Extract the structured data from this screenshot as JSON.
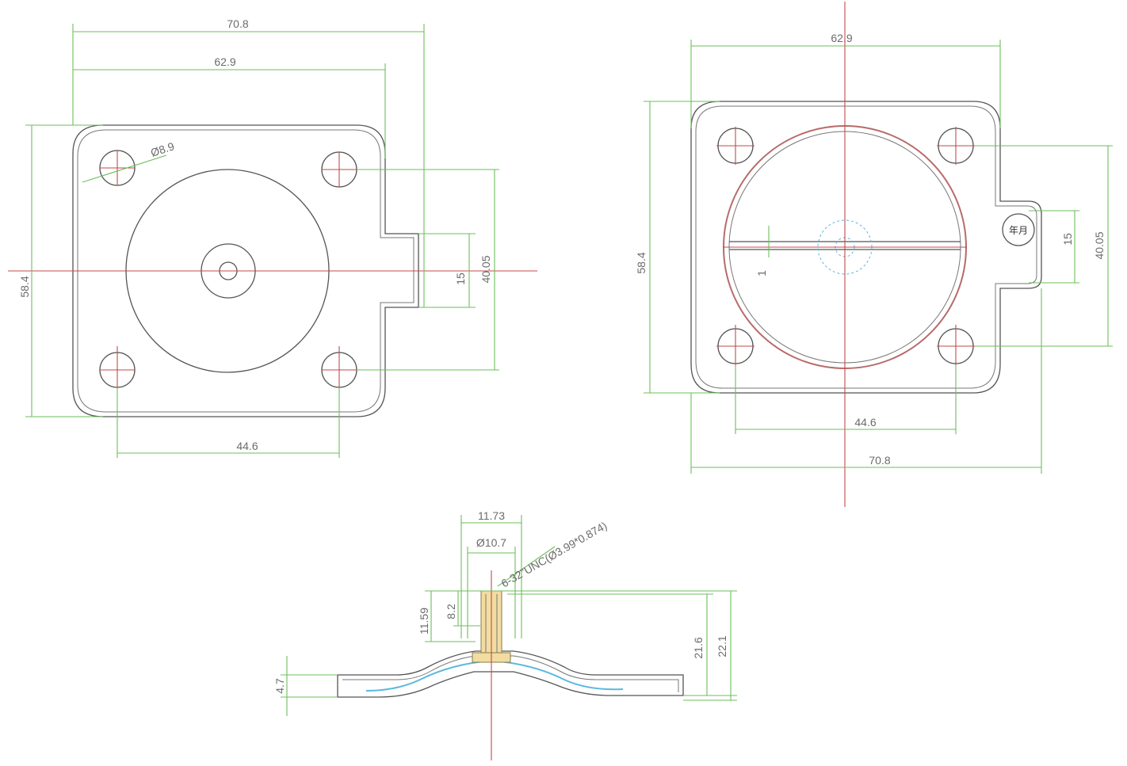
{
  "colors": {
    "outline": "#555555",
    "dimension": "#6bbf59",
    "centerline": "#c44a4a",
    "liner": "#b86a6a",
    "insert": "#f2dca0",
    "section": "#5bb8e0"
  },
  "left_view": {
    "dim_overall_width": "70.8",
    "dim_hole_x_outer": "62.9",
    "dim_hole_diameter": "Ø8.9",
    "dim_height": "58.4",
    "dim_tab_width": "15",
    "dim_tab_span": "40.05",
    "dim_hole_spacing": "44.6"
  },
  "right_view": {
    "dim_top": "62.9",
    "dim_height": "58.4",
    "dim_gap": "1",
    "stamp": "年月",
    "dim_tab_width": "15",
    "dim_tab_span": "40.05",
    "dim_hole_spacing": "44.6",
    "dim_overall_width": "70.8"
  },
  "section_view": {
    "dim_head_width": "11.73",
    "dim_shank_diameter": "Ø10.7",
    "dim_thread": "6-32\"UNC(Ø3.99*0.874)",
    "dim_insert_height": "11.59",
    "dim_thread_depth": "8.2",
    "dim_base_thickness": "4.7",
    "dim_total_height_a": "21.6",
    "dim_total_height_b": "22.1"
  }
}
